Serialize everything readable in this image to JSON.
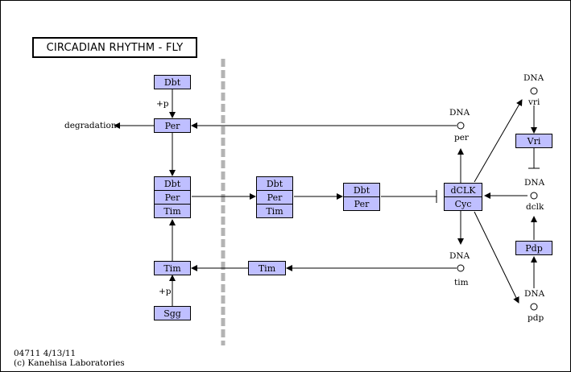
{
  "title": "CIRCADIAN RHYTHM - FLY",
  "nodes": {
    "dbt_top": "Dbt",
    "per_left": "Per",
    "stack_left": [
      "Dbt",
      "Per",
      "Tim"
    ],
    "stack_mid": [
      "Dbt",
      "Per",
      "Tim"
    ],
    "stack_right": [
      "Dbt",
      "Per"
    ],
    "clk_cyc": [
      "dCLK",
      "Cyc"
    ],
    "tim_left": "Tim",
    "tim_mid": "Tim",
    "sgg": "Sgg",
    "vri": "Vri",
    "pdp": "Pdp"
  },
  "labels": {
    "plus_p_top": "+p",
    "plus_p_bottom": "+p",
    "degradation": "degradation",
    "dna_per": "DNA",
    "gene_per": "per",
    "dna_tim": "DNA",
    "gene_tim": "tim",
    "dna_vri": "DNA",
    "gene_vri": "vri",
    "dna_dclk": "DNA",
    "gene_dclk": "dclk",
    "dna_pdp": "DNA",
    "gene_pdp": "pdp"
  },
  "footer": {
    "line1": "04711 4/13/11",
    "line2": "(c) Kanehisa Laboratories"
  },
  "colors": {
    "node_fill": "#bfbfff",
    "membrane": "#b3b3b3"
  }
}
